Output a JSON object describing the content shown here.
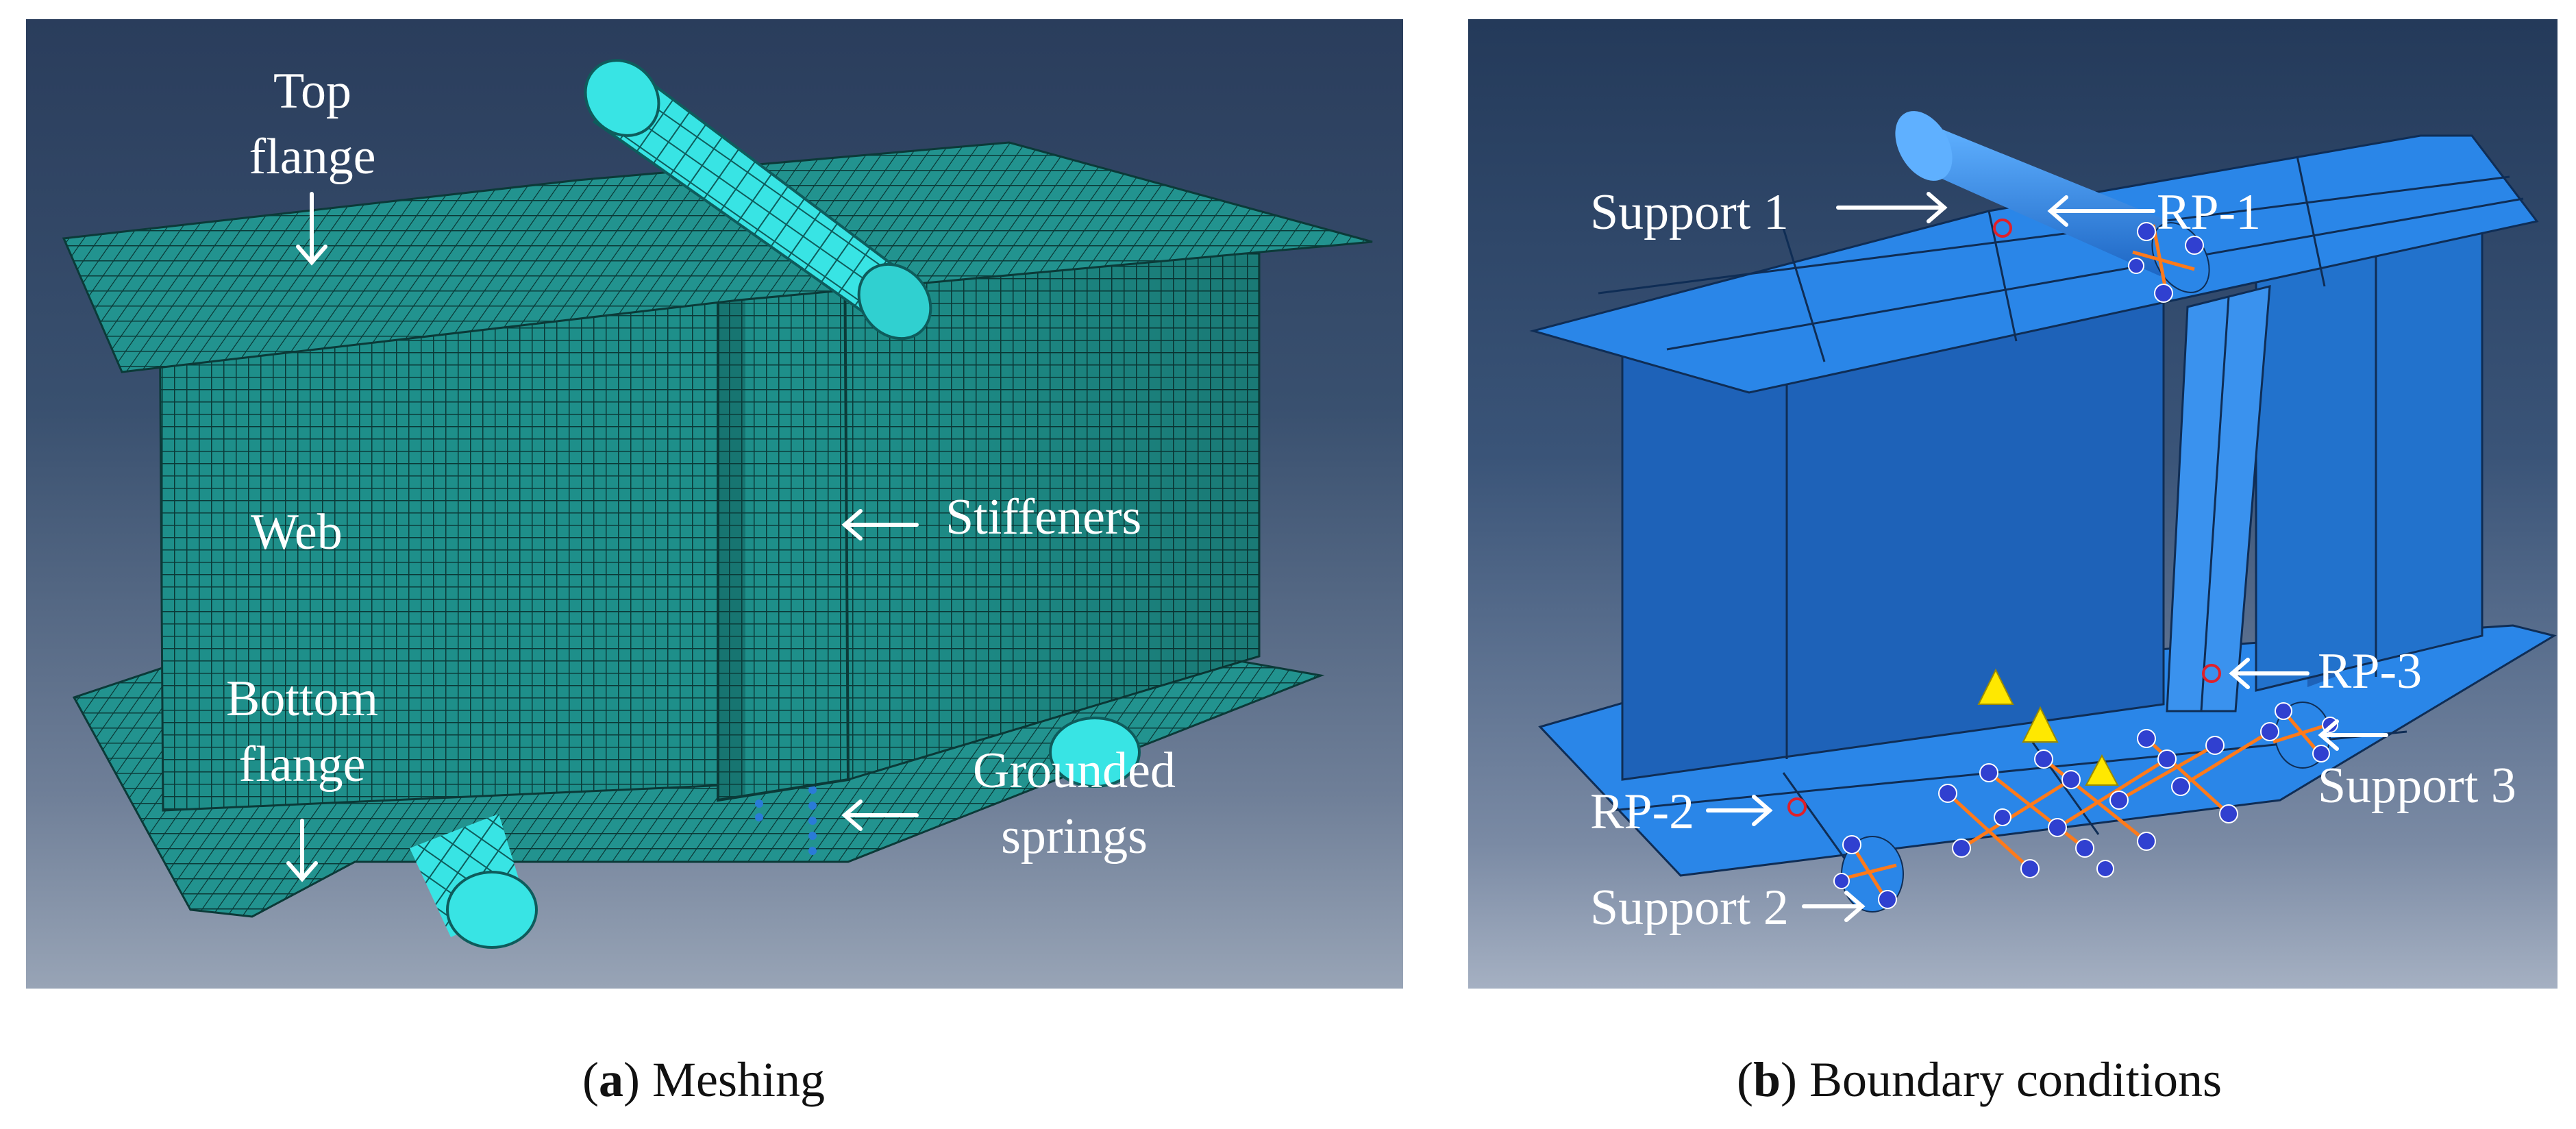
{
  "panel_a": {
    "labels": {
      "top_flange_line1": "Top",
      "top_flange_line2": "flange",
      "web": "Web",
      "stiffeners": "Stiffeners",
      "bottom_flange_line1": "Bottom",
      "bottom_flange_line2": "flange",
      "grounded_springs_line1": "Grounded",
      "grounded_springs_line2": "springs"
    },
    "caption": {
      "letter": "a",
      "text": "Meshing"
    }
  },
  "panel_b": {
    "labels": {
      "support_1": "Support 1",
      "rp_1": "RP-1",
      "rp_2": "RP-2",
      "rp_3": "RP-3",
      "support_2": "Support 2",
      "support_3": "Support 3"
    },
    "caption": {
      "letter": "b",
      "text": "Boundary conditions"
    }
  },
  "colors": {
    "mesh_fill": "#1e8f8a",
    "mesh_line": "#0b3a38",
    "cylinder": "#35e6e6",
    "part_blue": "#2a86e8",
    "part_dark": "#1d66c4",
    "bc_orange": "#ff7a1a",
    "bc_blue": "#3040d0",
    "bc_yellow": "#ffe800",
    "rp_red": "#e0202a",
    "label": "#ffffff"
  }
}
